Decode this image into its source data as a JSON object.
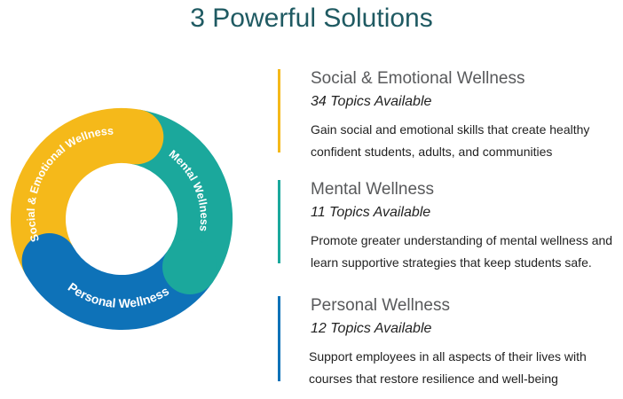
{
  "title": "3 Powerful Solutions",
  "colors": {
    "yellow": "#F5B91A",
    "teal": "#1BA89C",
    "blue": "#0E72B8",
    "title": "#1F5A62"
  },
  "ring_labels": {
    "social": "Social & Emotional Wellness",
    "mental": "Mental Wellness",
    "personal": "Personal Wellness"
  },
  "sections": [
    {
      "heading": "Social & Emotional Wellness",
      "topics": "34 Topics Available",
      "lines": [
        "Gain social and emotional skills that create healthy",
        "confident students, adults, and communities"
      ]
    },
    {
      "heading": "Mental Wellness",
      "topics": "11 Topics Available",
      "lines": [
        "Promote greater understanding of mental wellness and",
        "learn supportive strategies that keep students safe."
      ]
    },
    {
      "heading": "Personal Wellness",
      "topics": "12 Topics Available",
      "lines": [
        "Support employees in all aspects of their lives with",
        "courses that restore resilience and well-being"
      ]
    }
  ]
}
